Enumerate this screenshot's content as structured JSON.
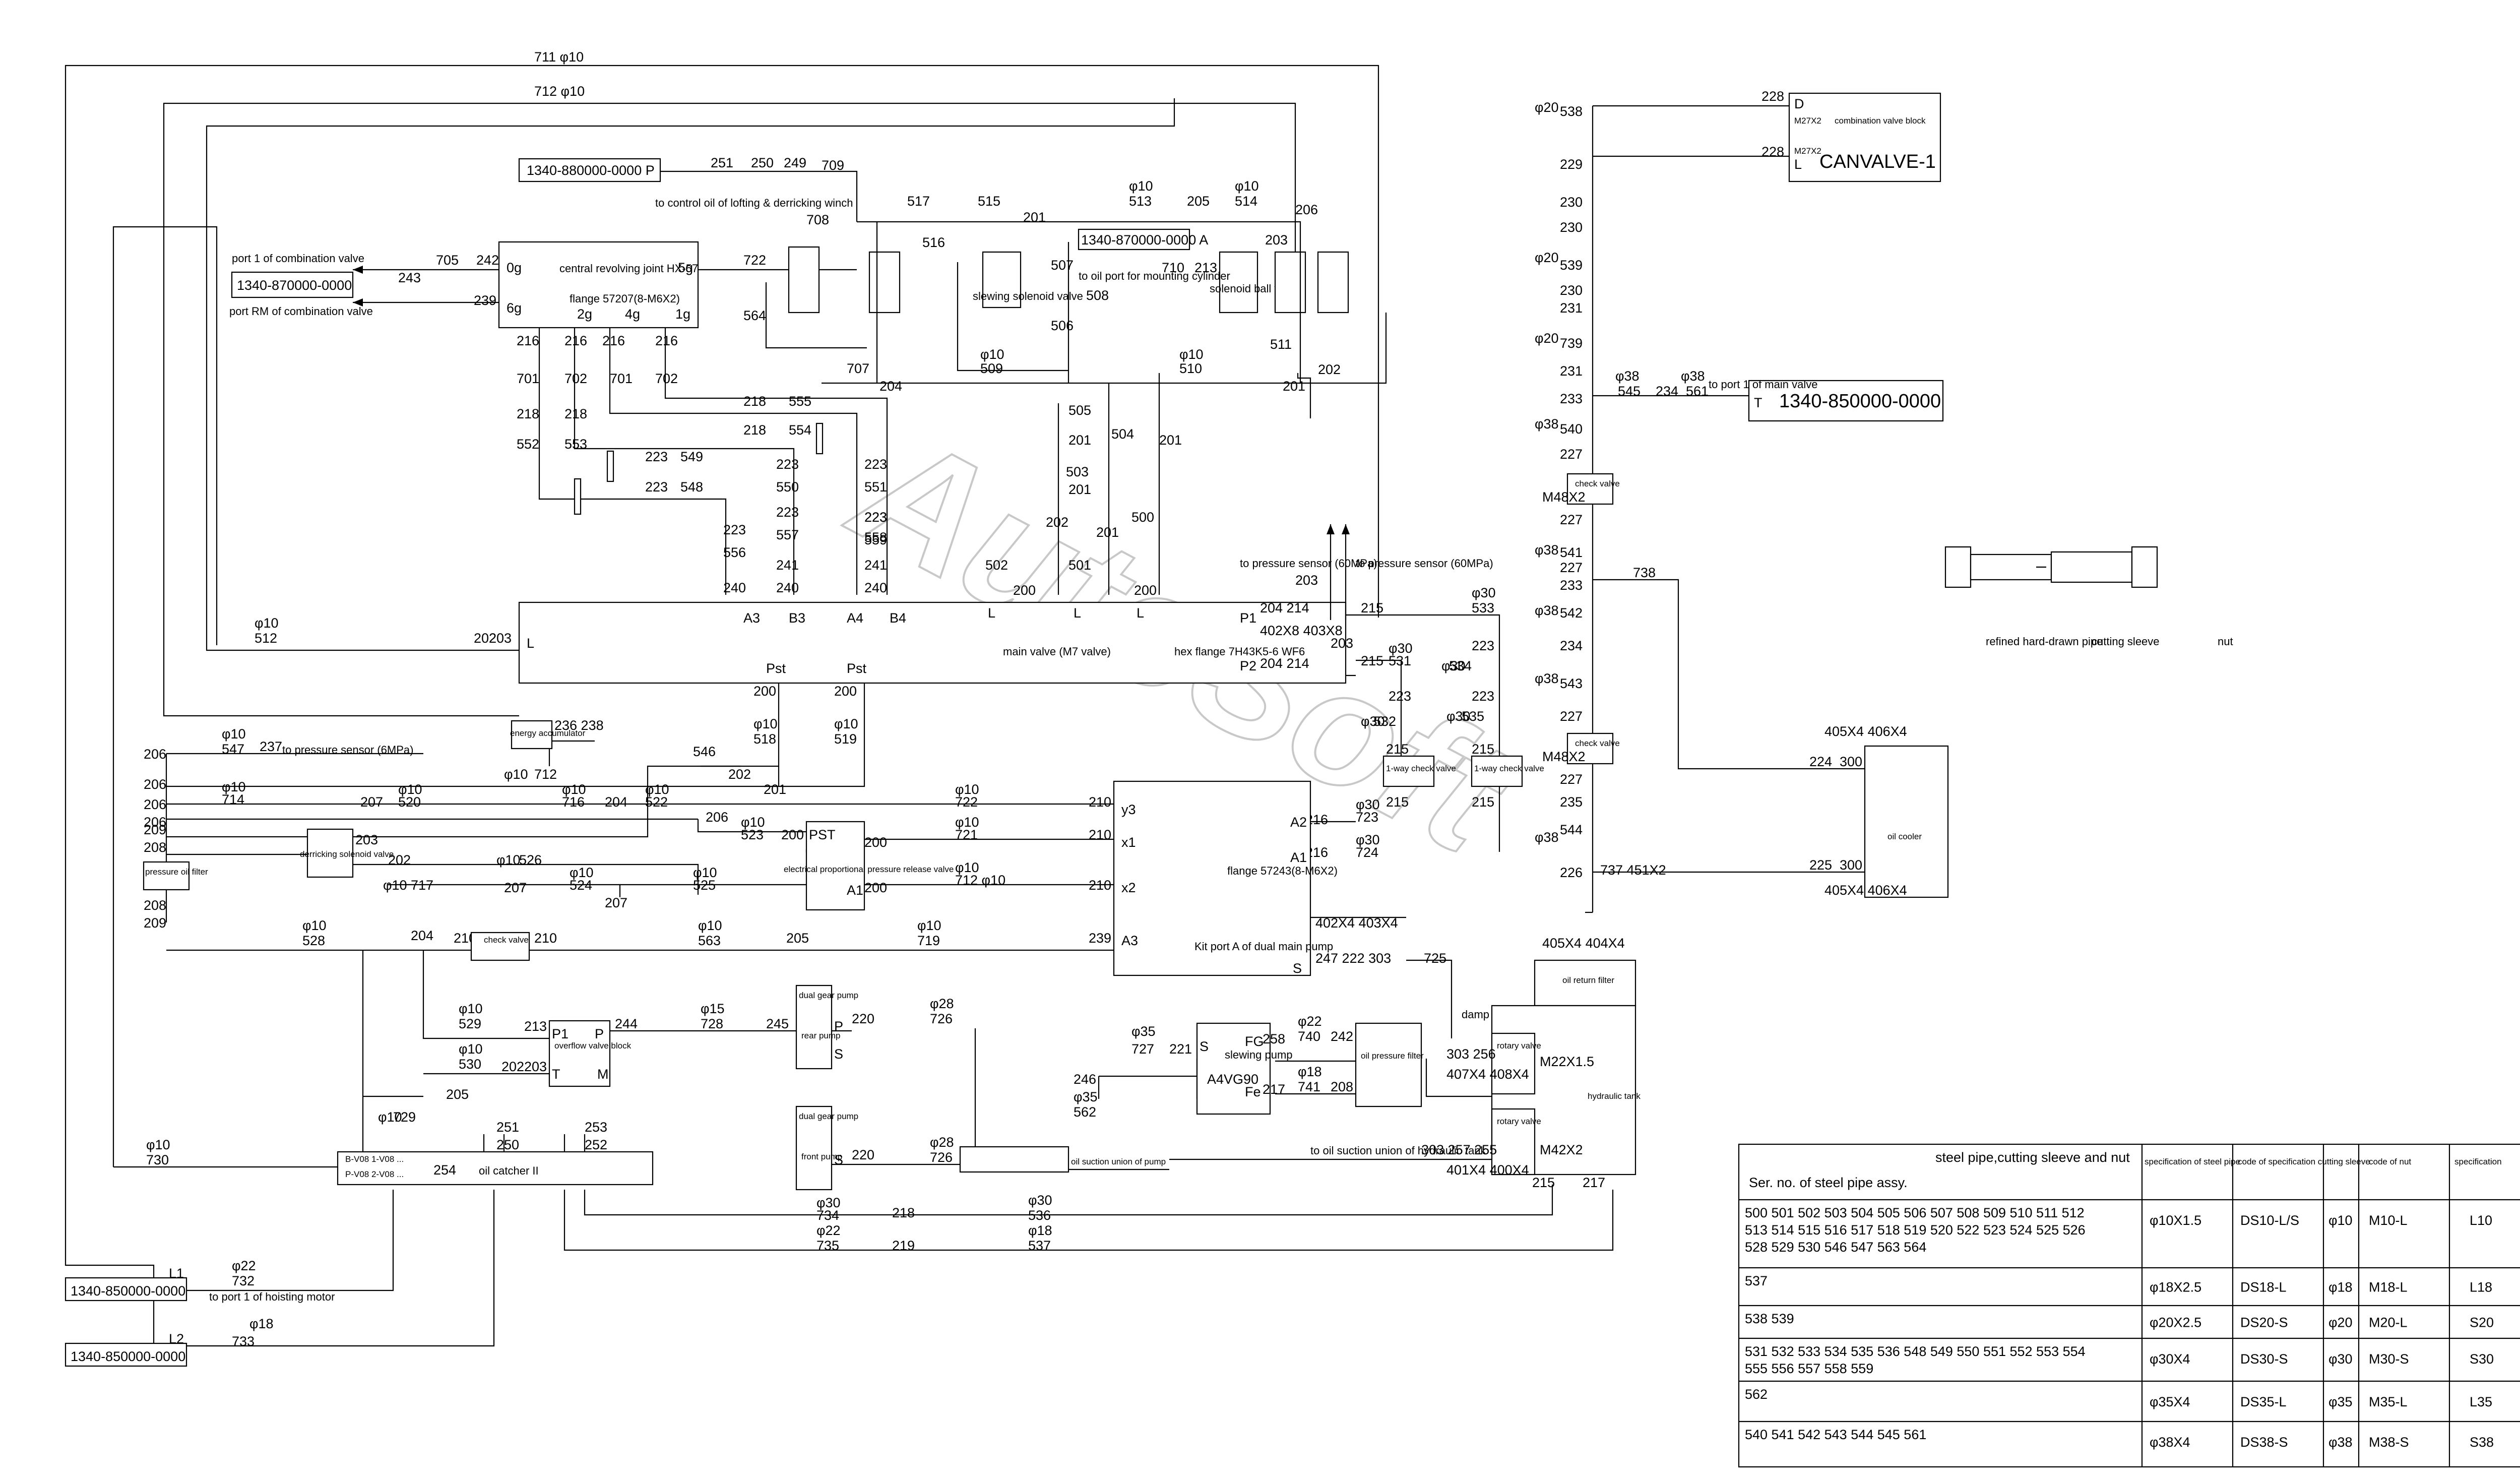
{
  "watermark": "AutoSoft",
  "parts": {
    "p880": "1340-880000-0000 P",
    "p870": "1340-870000-0000",
    "p870a": "1340-870000-0000 A",
    "p850": "1340-850000-0000",
    "p850l1": "1340-850000-0000",
    "p850l2": "1340-850000-0000",
    "canvalve": "CANVALVE-1"
  },
  "labels": {
    "central_joint": "central revolving joint HX-57",
    "central_flange": "flange 57207(8-M6X2)",
    "to_control_oil": "to control oil of lofting & derricking winch",
    "port1_comb": "port 1 of combination valve",
    "port_rm": "port RM of combination valve",
    "derricking_valve": "derricking solenoid valve",
    "to_oil_port": "to oil port for mounting cylinder",
    "slewing_sol": "slewing solenoid valve",
    "solenoid_ball": "solenoid ball valve",
    "main_valve": "main valve (M7 valve)",
    "flange_main": "hex flange 7H43K5-6 WF6",
    "to_press1": "to pressure sensor (60MPa)",
    "to_press2": "to pressure sensor (60MPa)",
    "to_press_left": "to pressure sensor (6MPa)",
    "energy_acc": "energy accumulator",
    "one_way1": "1-way check valve",
    "one_way2": "1-way check valve",
    "elec_valve": "electrical proportional pressure release valve",
    "pressure_filter": "pressure oil filter",
    "check_valve_left": "check valve",
    "main_pump": "Kit port A of dual main pump",
    "flange_pump": "flange 57243(8-M6X2)",
    "dual_gear1": "dual gear pump",
    "rear_pump": "rear pump",
    "dual_gear2": "dual gear pump",
    "front_pump": "front pump",
    "overflow": "overflow valve block",
    "slewing_pump": "slewing pump",
    "oil_pressure_filter": "oil pressure filter",
    "damp": "damp",
    "suction_union": "oil suction union of pump",
    "to_suction": "to oil suction union of hydraulic tank",
    "oil_return_filter": "oil return filter",
    "rotary1": "rotary valve",
    "rotary2": "rotary valve",
    "hydraulic_tank": "hydraulic tank",
    "oil_cooler": "oil cooler",
    "oil_catcher": "oil catcher II",
    "check_valve_r1": "check valve",
    "check_valve_r2": "check valve",
    "to_port1_main": "to port 1 of main valve",
    "to_port1_hoist": "to port 1 of hoisting motor",
    "combination_block": "combination valve block",
    "pipe_legend1": "refined hard-drawn pipe",
    "pipe_legend2": "cutting sleeve",
    "pipe_legend3": "nut"
  },
  "table": {
    "headers": [
      "steel pipe,cutting sleeve and nut",
      "Ser. no. of steel pipe assy.",
      "specification of steel pipe",
      "code of specification cutting sleeve",
      "code of nut",
      "specification"
    ],
    "rows": [
      {
        "ser": "500 501 502 503 504 505 506 507 508 509 510 511 512 513 514 515 516 517 518 519 520 522 523 524 525 526 528 529 530 546 547 563 564",
        "pipe": "φ10X1.5",
        "sleeve": "DS10-L/S",
        "dia": "φ10",
        "nut": "M10-L",
        "spec": "L10"
      },
      {
        "ser": "537",
        "pipe": "φ18X2.5",
        "sleeve": "DS18-L",
        "dia": "φ18",
        "nut": "M18-L",
        "spec": "L18"
      },
      {
        "ser": "538 539",
        "pipe": "φ20X2.5",
        "sleeve": "DS20-S",
        "dia": "φ20",
        "nut": "M20-L",
        "spec": "S20"
      },
      {
        "ser": "531 532 533 534 535 536 548 549 550 551 552 553 554 555 556 557 558 559",
        "pipe": "φ30X4",
        "sleeve": "DS30-S",
        "dia": "φ30",
        "nut": "M30-S",
        "spec": "S30"
      },
      {
        "ser": "562",
        "pipe": "φ35X4",
        "sleeve": "DS35-L",
        "dia": "φ35",
        "nut": "M35-L",
        "spec": "L35"
      },
      {
        "ser": "540 541 542 543 544 545 561",
        "pipe": "φ38X4",
        "sleeve": "DS38-S",
        "dia": "φ38",
        "nut": "M38-S",
        "spec": "S38"
      }
    ]
  },
  "nums": {
    "n711": "711 φ10",
    "n712": "712 φ10",
    "n512": "512",
    "n730": "730",
    "n251": "251",
    "n250": "250",
    "n249": "249",
    "n709": "709",
    "n705": "705",
    "n243": "243",
    "n239": "239",
    "n242": "242",
    "n218a": "218",
    "n555": "555",
    "n218b": "218",
    "n554": "554",
    "n223a": "223",
    "n549": "549",
    "n223b": "223",
    "n548": "548",
    "n701": "701",
    "n702": "702",
    "n552": "552",
    "n553": "553",
    "n513": "513",
    "n514": "514",
    "n205": "205",
    "n710": "710",
    "n213": "213",
    "n509": "509",
    "n510": "510",
    "n504": "504",
    "n503": "503",
    "n500": "500",
    "n502": "502",
    "n501": "501",
    "n738": "738",
    "n737": "737 451X2",
    "n224": "224",
    "n300a": "300",
    "n225": "225",
    "n300b": "300",
    "n405a": "405X4 406X4",
    "n405b": "405X4 406X4",
    "n545": "545",
    "n234": "234",
    "n561": "561",
    "n228a": "228",
    "n228b": "228",
    "n538": "538",
    "n732": "732",
    "n733": "733",
    "n734": "734",
    "n735": "735",
    "n536": "536",
    "n537": "537",
    "n547": "547",
    "n237": "237",
    "n714": "714",
    "n716": "716",
    "n722": "722",
    "n520": "520",
    "n522": "522",
    "n523": "523",
    "n526": "526",
    "n717": "717",
    "n524": "524",
    "n525": "525",
    "n721": "721",
    "n712b": "712",
    "n528": "528",
    "n563": "563",
    "n719": "719",
    "n529": "529",
    "n530": "530",
    "n728": "728",
    "n726a": "726",
    "n726b": "726",
    "n727": "727",
    "n562": "562",
    "n740": "740",
    "n741": "741",
    "n729": "729",
    "n254": "254",
    "n533": "533",
    "n531": "531",
    "n534": "534",
    "n532": "532",
    "n535": "535",
    "n723": "723",
    "n724": "724",
    "n402": "402X8 403X8",
    "n402b": "402X4 403X4",
    "n247": "247 222 303",
    "n725": "725",
    "n407": "407X4 408X4",
    "n401": "401X4 400X4",
    "n303a": "303 256",
    "n303b": "303 257 255",
    "n215": "215",
    "n217": "217",
    "n404": "405X4 404X4"
  }
}
